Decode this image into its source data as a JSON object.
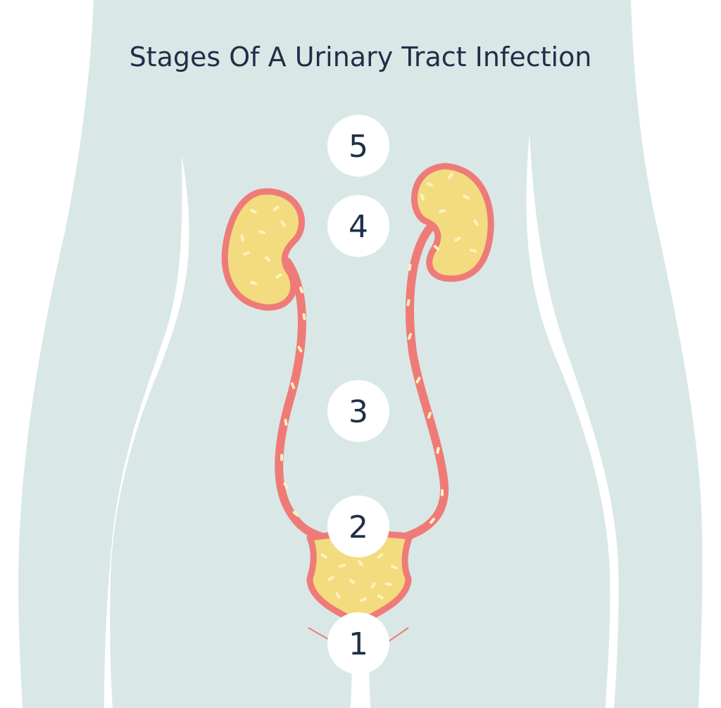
{
  "title": "Stages Of A Urinary Tract Infection",
  "stage_labels": [
    "1",
    "2",
    "3",
    "4",
    "5"
  ],
  "colors": {
    "body": "#d9e8e6",
    "organ_fill": "#f3dc7f",
    "organ_outline": "#ef7b78",
    "bacteria": "#fbf2c0",
    "circle": "#ffffff",
    "text": "#1f2f48"
  }
}
